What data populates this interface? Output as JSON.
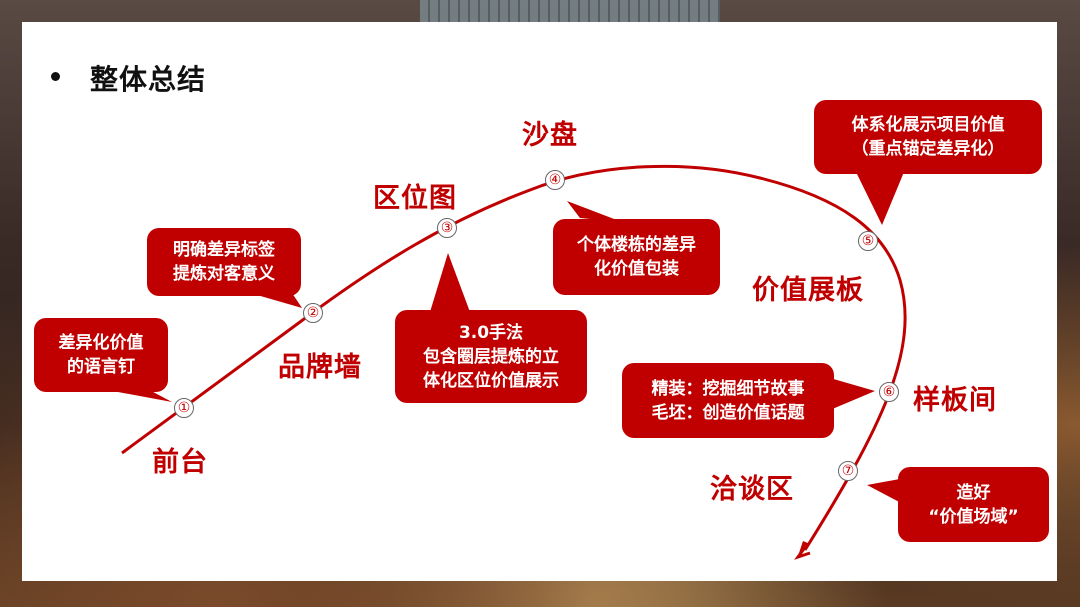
{
  "title": "整体总结",
  "colors": {
    "accent": "#c00000",
    "panel": "#ffffff",
    "text": "#111111"
  },
  "stages": [
    {
      "id": 1,
      "name": "前台",
      "callout": [
        "差异化价值",
        "的语言钉"
      ]
    },
    {
      "id": 2,
      "name": "品牌墙",
      "callout": [
        "明确差异标签",
        "提炼对客意义"
      ]
    },
    {
      "id": 3,
      "name": "区位图",
      "callout": [
        "3.0手法",
        "包含圈层提炼的立",
        "体化区位价值展示"
      ]
    },
    {
      "id": 4,
      "name": "沙盘",
      "callout": [
        "个体楼栋的差异",
        "化价值包装"
      ]
    },
    {
      "id": 5,
      "name": "价值展板",
      "callout": [
        "体系化展示项目价值",
        "（重点锚定差异化）"
      ]
    },
    {
      "id": 6,
      "name": "样板间",
      "callout": [
        "精装：挖掘细节故事",
        "毛坯：创造价值话题"
      ]
    },
    {
      "id": 7,
      "name": "洽谈区",
      "callout": [
        "造好",
        "“价值场域”"
      ]
    }
  ],
  "markers": [
    "①",
    "②",
    "③",
    "④",
    "⑤",
    "⑥",
    "⑦"
  ]
}
